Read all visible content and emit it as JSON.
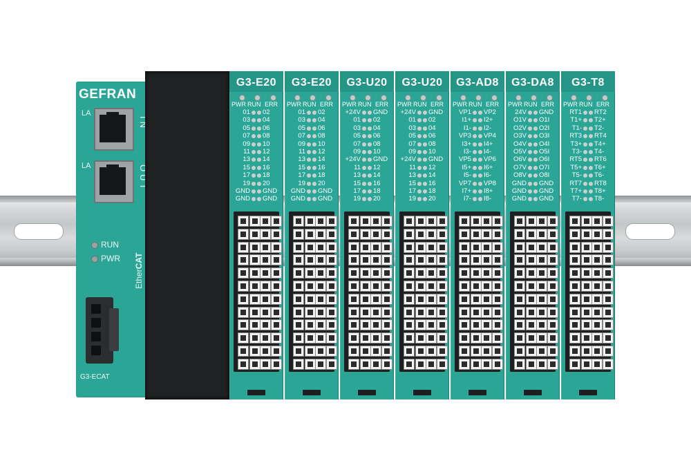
{
  "head_module": {
    "brand": "GEFRAN",
    "port_in": {
      "la": "LA",
      "label": "IN"
    },
    "port_out": {
      "la": "LA",
      "label": "OUT"
    },
    "status": {
      "run": "RUN",
      "pwr": "PWR"
    },
    "fieldbus": {
      "prefix": "Ether",
      "suffix": "CAT"
    },
    "model": "G3-ECAT"
  },
  "led_labels": [
    "PWR",
    "RUN",
    "ERR"
  ],
  "modules": [
    {
      "name": "G3-E20",
      "left": [
        "01",
        "03",
        "05",
        "07",
        "09",
        "11",
        "13",
        "15",
        "17",
        "19",
        "GND",
        "GND"
      ],
      "right": [
        "02",
        "04",
        "06",
        "08",
        "10",
        "12",
        "14",
        "16",
        "18",
        "20",
        "GND",
        "GND"
      ]
    },
    {
      "name": "G3-E20",
      "left": [
        "01",
        "03",
        "05",
        "07",
        "09",
        "11",
        "13",
        "15",
        "17",
        "19",
        "GND",
        "GND"
      ],
      "right": [
        "02",
        "04",
        "06",
        "08",
        "10",
        "12",
        "14",
        "16",
        "18",
        "20",
        "GND",
        "GND"
      ]
    },
    {
      "name": "G3-U20",
      "left": [
        "+24V",
        "01",
        "03",
        "05",
        "07",
        "09",
        "+24V",
        "11",
        "13",
        "15",
        "17",
        "19"
      ],
      "right": [
        "GND",
        "02",
        "04",
        "06",
        "08",
        "10",
        "GND",
        "12",
        "14",
        "16",
        "18",
        "20"
      ]
    },
    {
      "name": "G3-U20",
      "left": [
        "+24V",
        "01",
        "03",
        "05",
        "07",
        "09",
        "+24V",
        "11",
        "13",
        "15",
        "17",
        "19"
      ],
      "right": [
        "GND",
        "02",
        "04",
        "06",
        "08",
        "10",
        "GND",
        "12",
        "14",
        "16",
        "18",
        "20"
      ]
    },
    {
      "name": "G3-AD8",
      "left": [
        "VP1",
        "I1+",
        "I1-",
        "VP3",
        "I3+",
        "I3-",
        "VP5",
        "I5+",
        "I5-",
        "VP7",
        "I7+",
        "I7-"
      ],
      "right": [
        "VP2",
        "I2+",
        "I2-",
        "VP4",
        "I4+",
        "I4-",
        "VP6",
        "I6+",
        "I6-",
        "VP8",
        "I8+",
        "I8-"
      ]
    },
    {
      "name": "G3-DA8",
      "left": [
        "24V",
        "O1V",
        "O2V",
        "O3V",
        "O4V",
        "O5V",
        "O6V",
        "O7V",
        "O8V",
        "GND",
        "GND",
        "GND"
      ],
      "right": [
        "GND",
        "O1I",
        "O2I",
        "O3I",
        "O4I",
        "O5I",
        "O6I",
        "O7I",
        "O8I",
        "GND",
        "GND",
        "GND"
      ]
    },
    {
      "name": "G3-T8",
      "left": [
        "RT1",
        "T1+",
        "T1-",
        "RT3",
        "T3+",
        "T3-",
        "RT5",
        "T5+",
        "T5-",
        "RT7",
        "T7+",
        "T7-"
      ],
      "right": [
        "RT2",
        "T2+",
        "T2-",
        "RT4",
        "T4+",
        "T4-",
        "RT6",
        "T6+",
        "T6-",
        "RT8",
        "T8+",
        "T8-"
      ]
    }
  ]
}
